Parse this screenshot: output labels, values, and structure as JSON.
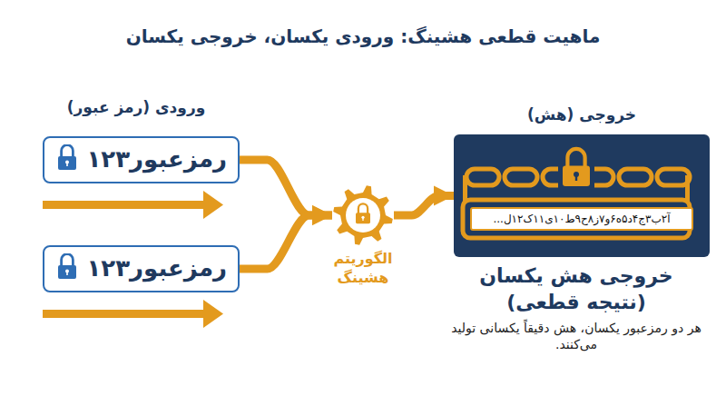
{
  "diagram": {
    "title": "ماهیت قطعی هشینگ: ورودی یکسان، خروجی یکسان",
    "nodes": [
      {
        "text": [
          "رمزعبور۱۲۳"
        ]
      },
      {
        "text": [
          "رمزعبور۱۲۳"
        ]
      },
      {
        "text": [
          "الگوریتم هشینگ"
        ]
      },
      {
        "text": [
          "خروجی (هش)"
        ]
      },
      {
        "text": [
          "آ۲ب۳ج۴د۵ه۶و۷ز۸ح۹ط۱۰ی۱۱ک۱۲ل..."
        ],
        "in": 3
      }
    ],
    "edges": [
      {
        "from": 0,
        "to": 2,
        "arrow": "to"
      },
      {
        "from": 1,
        "to": 2,
        "arrow": "to"
      },
      {
        "from": 2,
        "to": 3,
        "arrow": "to"
      }
    ],
    "labels": [
      "ورودی (رمز عبور)",
      "خروجی هش یکسان (نتیجه قطعی)",
      "هر دو رمزعبور یکسان، هش دقیقاً یکسانی تولید می‌کنند."
    ]
  }
}
